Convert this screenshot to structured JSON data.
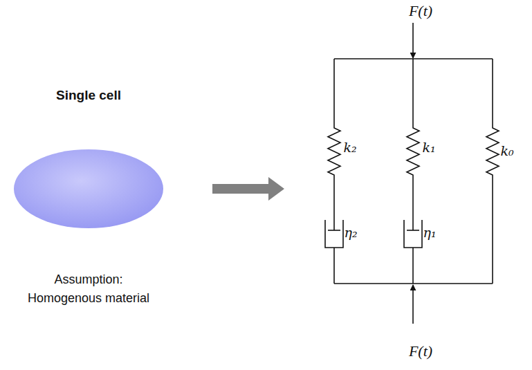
{
  "diagram": {
    "labels": [
      "Single cell",
      "Assumption: Homogenous material",
      "F(t)",
      "k₂",
      "k₁",
      "k₀",
      "η₂",
      "η₁",
      "F(t)"
    ]
  }
}
